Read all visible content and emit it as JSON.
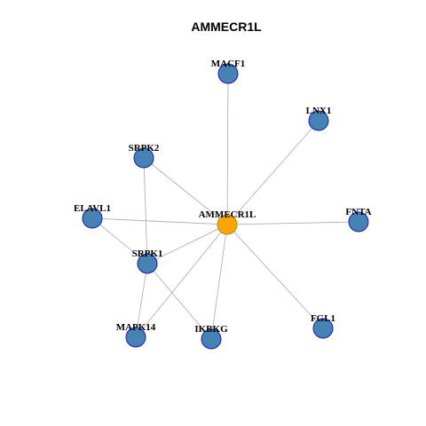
{
  "title": "AMMECR1L",
  "colors": {
    "hub_fill": "#FFA500",
    "hub_stroke": "#B8860B",
    "node_fill": "#4682B4",
    "node_stroke": "#1A1AB0",
    "edge": "#A9A9A9",
    "text": "#000000"
  },
  "nodes": [
    {
      "id": "AMMECR1L",
      "label": "AMMECR1L",
      "hub": true
    },
    {
      "id": "MACF1",
      "label": "MACF1"
    },
    {
      "id": "LNX1",
      "label": "LNX1"
    },
    {
      "id": "SRPK2",
      "label": "SRPK2"
    },
    {
      "id": "ELAVL1",
      "label": "ELAVL1"
    },
    {
      "id": "FNTA",
      "label": "FNTA"
    },
    {
      "id": "SRPK1",
      "label": "SRPK1"
    },
    {
      "id": "FGL1",
      "label": "FGL1"
    },
    {
      "id": "MAPK14",
      "label": "MAPK14"
    },
    {
      "id": "IKBKG",
      "label": "IKBKG"
    }
  ],
  "edges": [
    [
      "AMMECR1L",
      "MACF1"
    ],
    [
      "AMMECR1L",
      "LNX1"
    ],
    [
      "AMMECR1L",
      "SRPK2"
    ],
    [
      "AMMECR1L",
      "ELAVL1"
    ],
    [
      "AMMECR1L",
      "FNTA"
    ],
    [
      "AMMECR1L",
      "SRPK1"
    ],
    [
      "AMMECR1L",
      "FGL1"
    ],
    [
      "AMMECR1L",
      "MAPK14"
    ],
    [
      "AMMECR1L",
      "IKBKG"
    ],
    [
      "SRPK2",
      "SRPK1"
    ],
    [
      "ELAVL1",
      "SRPK1"
    ],
    [
      "SRPK1",
      "MAPK14"
    ],
    [
      "SRPK1",
      "IKBKG"
    ]
  ]
}
